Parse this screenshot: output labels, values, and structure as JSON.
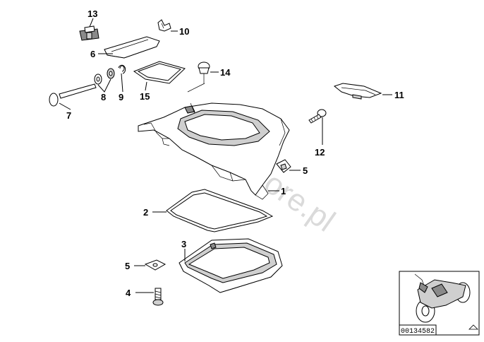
{
  "labels": {
    "l1": "1",
    "l2": "2",
    "l3": "3",
    "l4": "4",
    "l5a": "5",
    "l5b": "5",
    "l6": "6",
    "l7": "7",
    "l8": "8",
    "l9": "9",
    "l10": "10",
    "l11": "11",
    "l12": "12",
    "l13": "13",
    "l14": "14",
    "l15": "15"
  },
  "watermark": "BMWstore.pl",
  "thumbnail": {
    "code": "00134582"
  }
}
